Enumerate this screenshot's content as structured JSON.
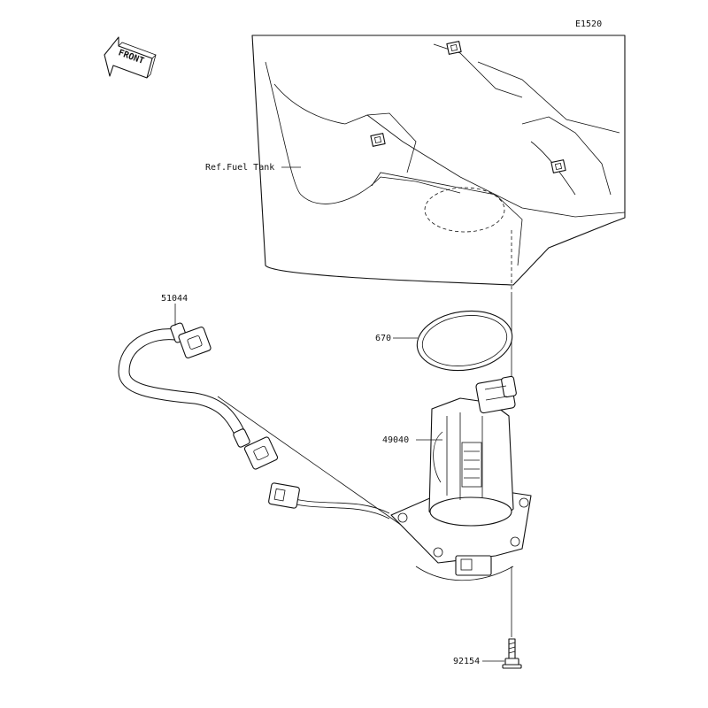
{
  "diagram": {
    "code": "E1520",
    "front_label": "FRONT",
    "labels": {
      "fuel_tank": "Ref.Fuel Tank",
      "hose": "51044",
      "gasket": "670",
      "pump": "49040",
      "bolt": "92154"
    }
  }
}
